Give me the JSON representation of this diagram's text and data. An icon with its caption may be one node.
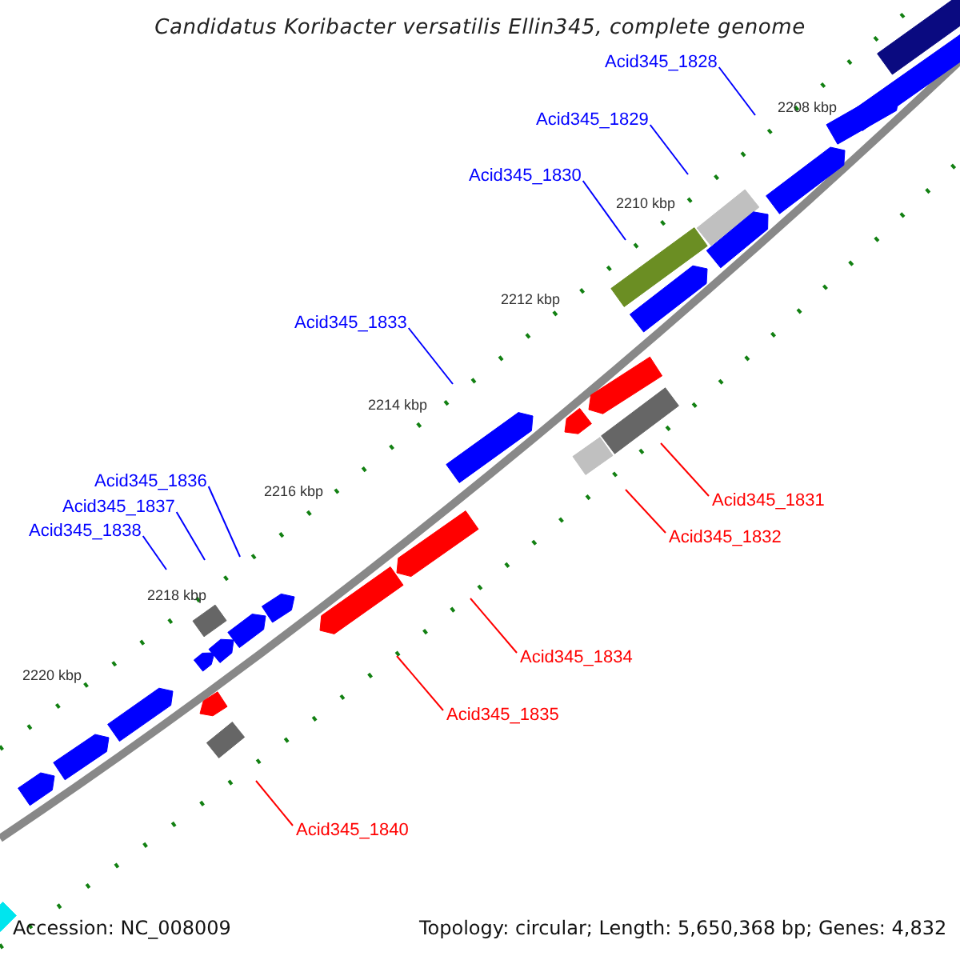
{
  "diagram": {
    "title": "Candidatus Koribacter versatilis Ellin345, complete genome",
    "nodes": [
      {
        "text": [
          "Acid345_1828"
        ]
      },
      {
        "text": [
          "Acid345_1829"
        ]
      },
      {
        "text": [
          "Acid345_1830"
        ]
      },
      {
        "text": [
          "Acid345_1833"
        ]
      },
      {
        "text": [
          "Acid345_1836"
        ]
      },
      {
        "text": [
          "Acid345_1831"
        ]
      },
      {
        "text": [
          "Acid345_1837"
        ]
      },
      {
        "text": [
          "Acid345_1838"
        ]
      },
      {
        "text": [
          "Acid345_1832"
        ]
      },
      {
        "text": [
          "Acid345_1834"
        ]
      },
      {
        "text": [
          "Acid345_1835"
        ]
      },
      {
        "text": [
          "Acid345_1840"
        ]
      }
    ],
    "edges": [
      {
        "from": 0,
        "to": null,
        "arrow": "none"
      },
      {
        "from": 1,
        "to": null,
        "arrow": "none"
      },
      {
        "from": 2,
        "to": null,
        "arrow": "none"
      },
      {
        "from": 3,
        "to": null,
        "arrow": "none"
      },
      {
        "from": 4,
        "to": null,
        "arrow": "none"
      },
      {
        "from": 5,
        "to": null,
        "arrow": "none",
        "color": "#ff0000"
      },
      {
        "from": 6,
        "to": null,
        "arrow": "none"
      },
      {
        "from": 7,
        "to": null,
        "arrow": "none"
      },
      {
        "from": 8,
        "to": null,
        "arrow": "none",
        "color": "#ff0000"
      },
      {
        "from": 9,
        "to": null,
        "arrow": "none",
        "color": "#ff0000"
      },
      {
        "from": 10,
        "to": null,
        "arrow": "none",
        "color": "#ff0000"
      },
      {
        "from": 11,
        "to": null,
        "arrow": "none",
        "color": "#ff0000"
      }
    ],
    "labels": [
      "2208 kbp",
      "2210 kbp",
      "2212 kbp",
      "2214 kbp",
      "2216 kbp",
      "2218 kbp",
      "2220 kbp",
      "Accession: NC_008009",
      "Topology: circular; Length: 5,650,368 bp; Genes: 4,832"
    ]
  }
}
